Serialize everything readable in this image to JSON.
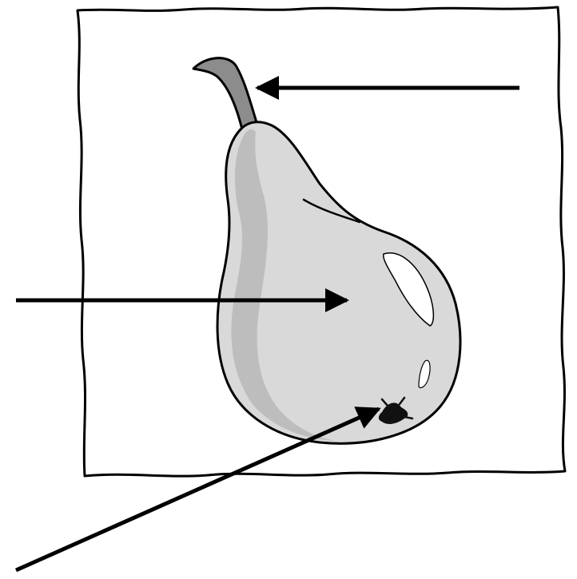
{
  "diagram": {
    "subject": "pear",
    "labels": [
      {
        "target": "stem",
        "text": ""
      },
      {
        "target": "body",
        "text": ""
      },
      {
        "target": "blossom-end",
        "text": ""
      }
    ]
  },
  "colors": {
    "outline": "#000000",
    "paper": "#ffffff",
    "pear_light": "#d9d9d9",
    "pear_mid": "#bdbdbd",
    "stem": "#8c8c8c",
    "highlight": "#ffffff"
  }
}
